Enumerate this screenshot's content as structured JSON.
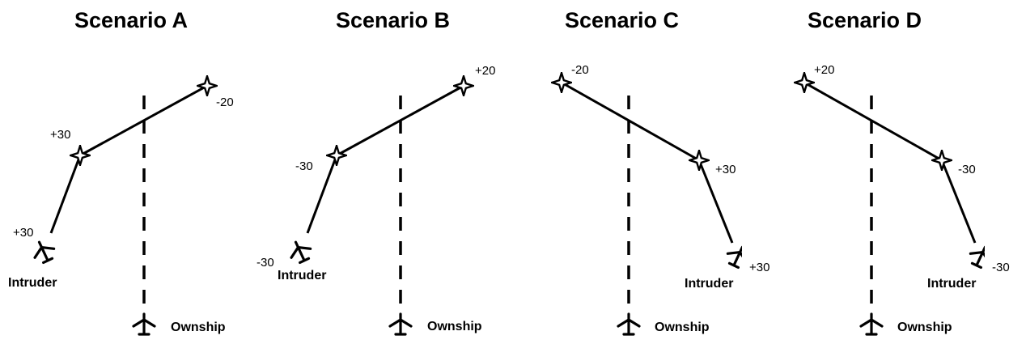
{
  "scenarios": [
    {
      "title": "Scenario A",
      "intruder_label": "Intruder",
      "ownship_label": "Ownship",
      "altitudes": {
        "start": "+30",
        "waypoint": "+30",
        "end": "-20"
      }
    },
    {
      "title": "Scenario B",
      "intruder_label": "Intruder",
      "ownship_label": "Ownship",
      "altitudes": {
        "start": "-30",
        "waypoint": "-30",
        "end": "+20"
      }
    },
    {
      "title": "Scenario C",
      "intruder_label": "Intruder",
      "ownship_label": "Ownship",
      "altitudes": {
        "start": "+30",
        "waypoint": "+30",
        "end": "-20"
      }
    },
    {
      "title": "Scenario D",
      "intruder_label": "Intruder",
      "ownship_label": "Ownship",
      "altitudes": {
        "start": "-30",
        "waypoint": "-30",
        "end": "+20"
      }
    }
  ]
}
